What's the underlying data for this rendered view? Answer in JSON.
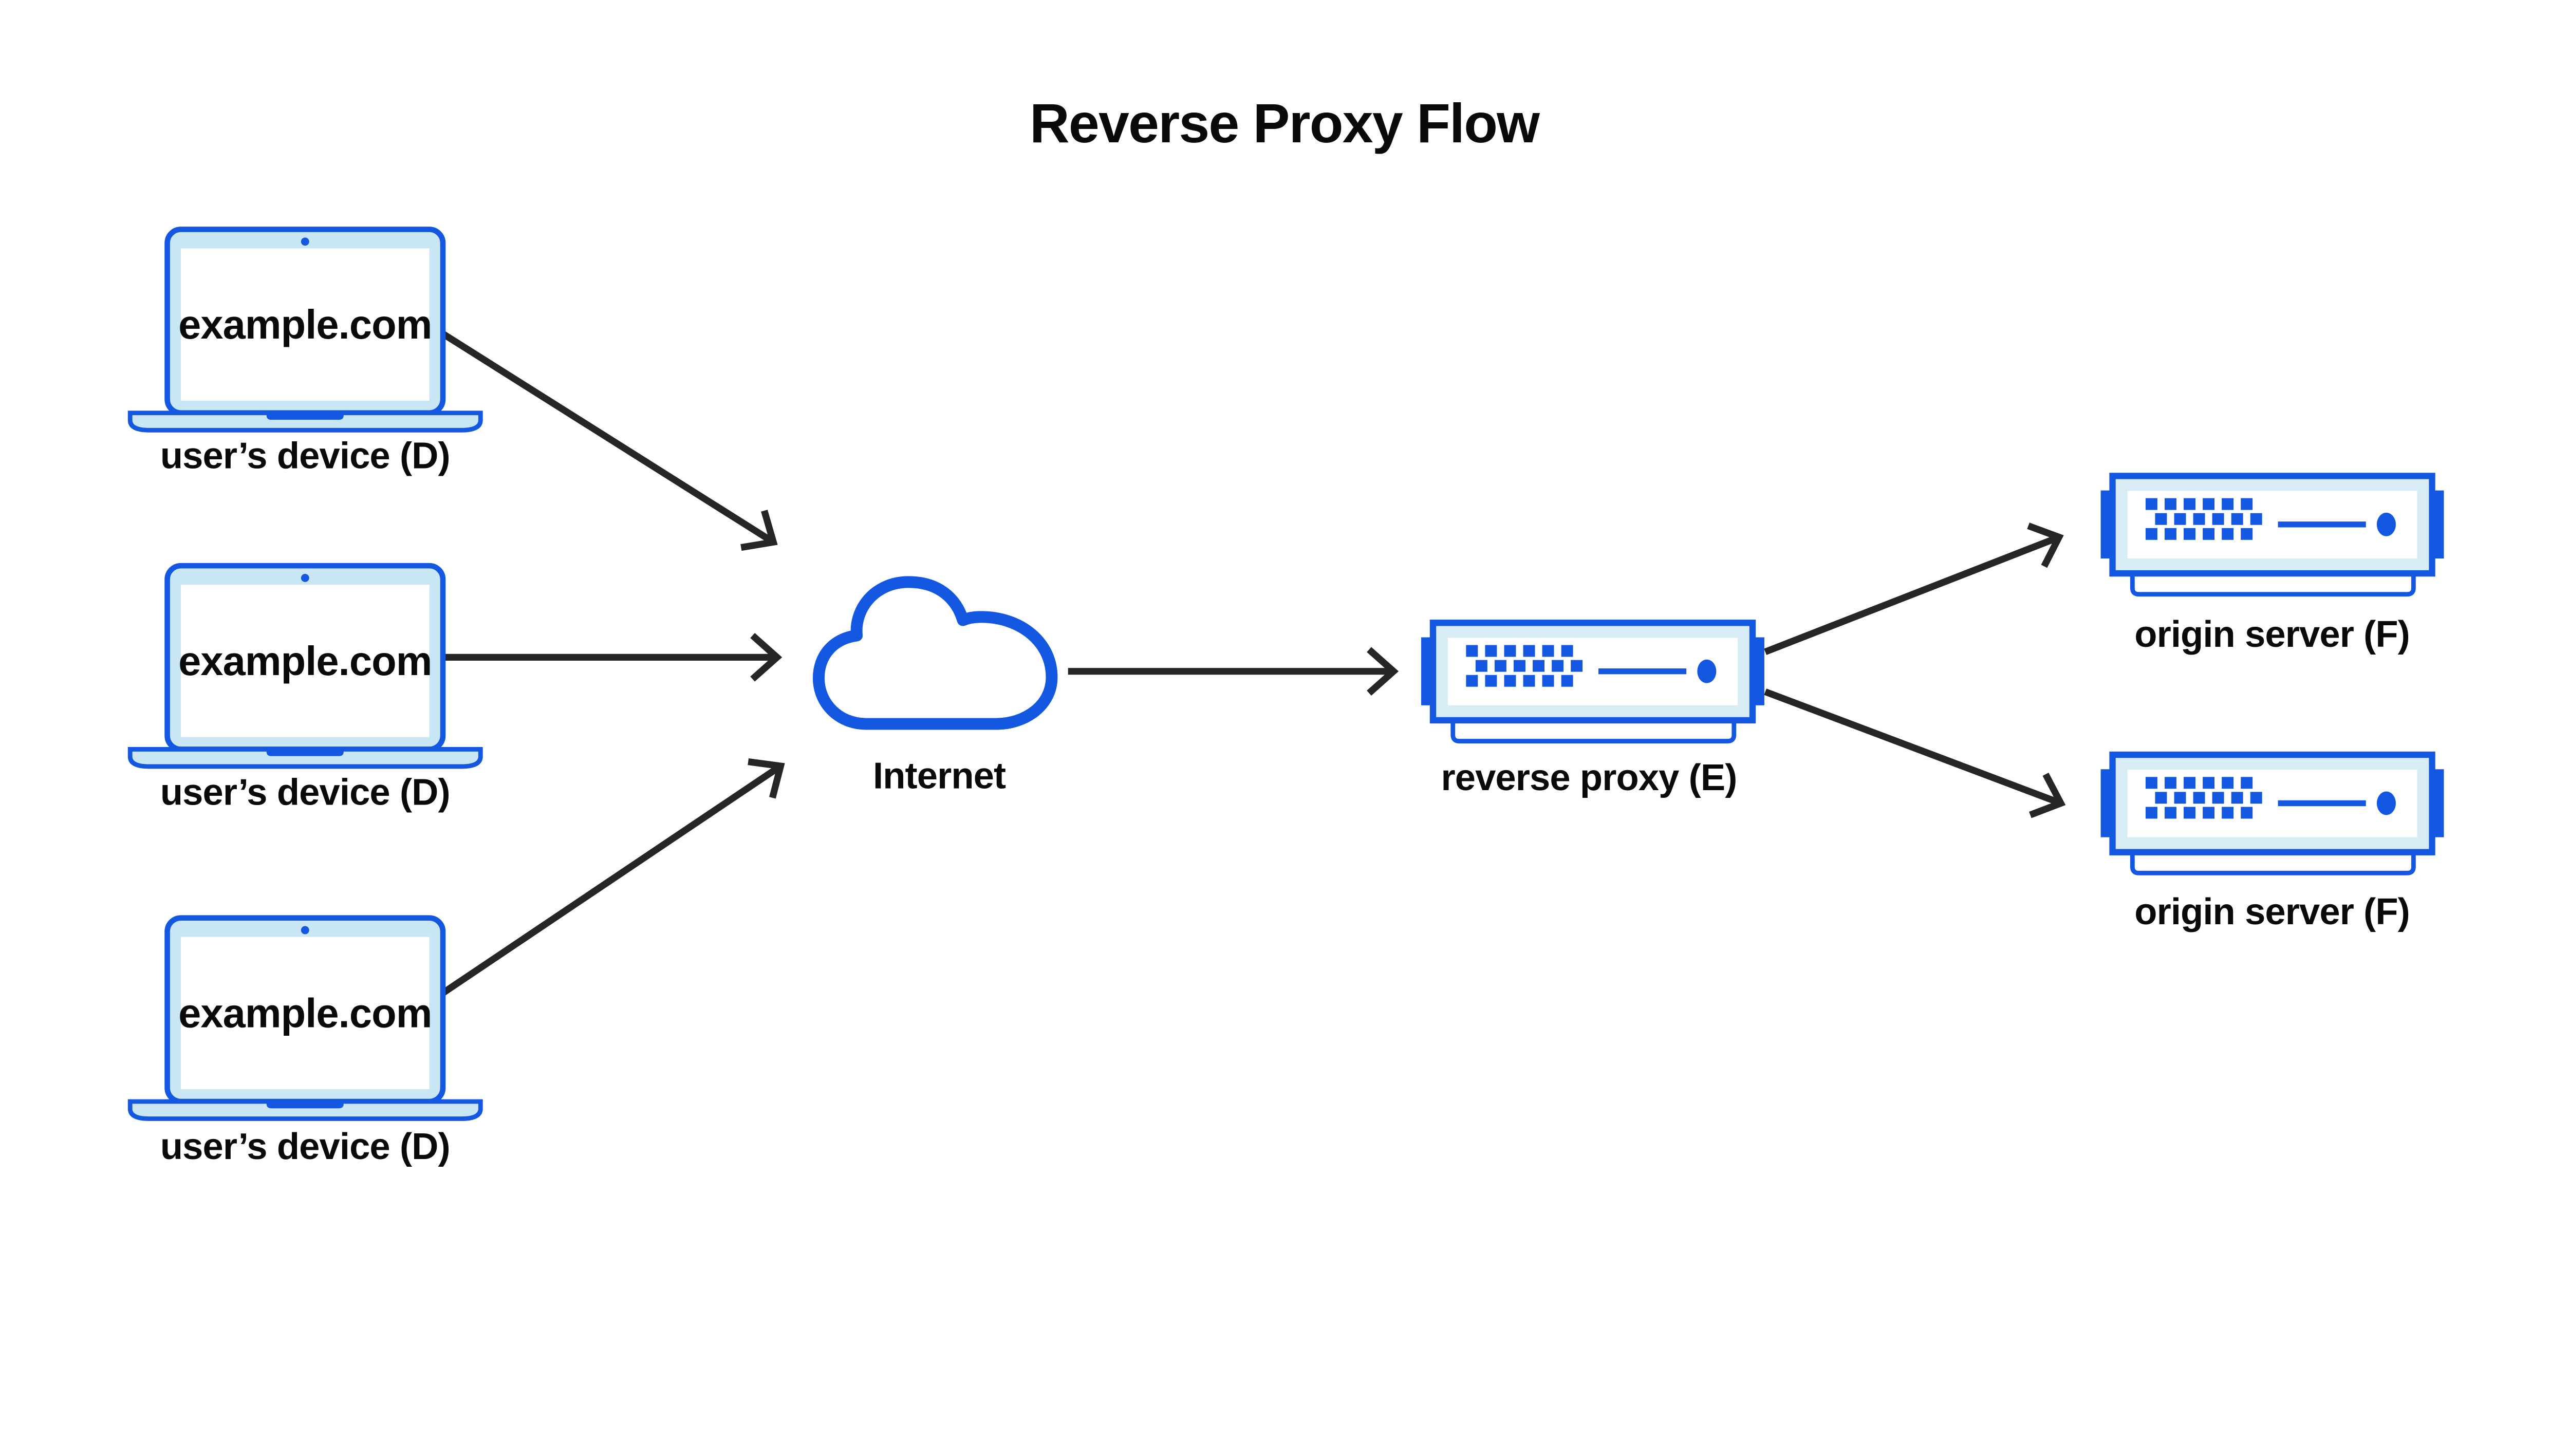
{
  "title": {
    "text": "Reverse Proxy Flow"
  },
  "colors": {
    "brand_blue": "#1458E1",
    "light_blue_device": "#C9E6F4",
    "light_blue_server": "#D8ECF6",
    "panel_white": "#FFFFFF",
    "arrow_dark": "#262626",
    "text_black": "#0A0A0A"
  },
  "nodes": {
    "devices": [
      {
        "id": "user-device-1",
        "screen_text": "example.com",
        "label": "user’s device (D)"
      },
      {
        "id": "user-device-2",
        "screen_text": "example.com",
        "label": "user’s device (D)"
      },
      {
        "id": "user-device-3",
        "screen_text": "example.com",
        "label": "user’s device (D)"
      }
    ],
    "internet": {
      "id": "internet",
      "label": "Internet"
    },
    "proxy": {
      "id": "reverse-proxy",
      "label": "reverse proxy (E)"
    },
    "origins": [
      {
        "id": "origin-server-1",
        "label": "origin server (F)"
      },
      {
        "id": "origin-server-2",
        "label": "origin server (F)"
      }
    ]
  },
  "edges": [
    {
      "from": "user-device-1",
      "to": "internet"
    },
    {
      "from": "user-device-2",
      "to": "internet"
    },
    {
      "from": "user-device-3",
      "to": "internet"
    },
    {
      "from": "internet",
      "to": "reverse-proxy"
    },
    {
      "from": "reverse-proxy",
      "to": "origin-server-1"
    },
    {
      "from": "reverse-proxy",
      "to": "origin-server-2"
    }
  ],
  "icons": [
    "laptop-icon",
    "webcam-icon",
    "cloud-icon",
    "server-icon",
    "server-ear-icon",
    "server-vents-icon",
    "server-led-icon",
    "arrow-icon"
  ]
}
